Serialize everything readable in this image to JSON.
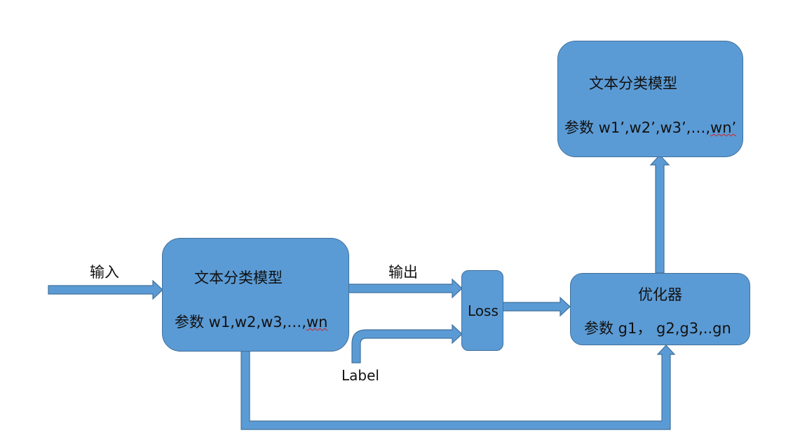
{
  "diagram": {
    "model_box": {
      "title": "文本分类模型",
      "params_prefix": "参数 w1,w2,w3,…,",
      "params_flagged": "wn"
    },
    "updated_model_box": {
      "title": "文本分类模型",
      "params_prefix": "参数 w1’,w2’,w3’,…,",
      "params_flagged": "wn’"
    },
    "loss_box": {
      "label": "Loss"
    },
    "optimizer_box": {
      "title": "优化器",
      "params": "参数 g1， g2,g3,..gn"
    },
    "labels": {
      "input": "输入",
      "output": "输出",
      "label": "Label"
    },
    "colors": {
      "fill": "#5b9bd5",
      "stroke": "#41719c",
      "spellcheck_underline": "#d02020"
    }
  }
}
